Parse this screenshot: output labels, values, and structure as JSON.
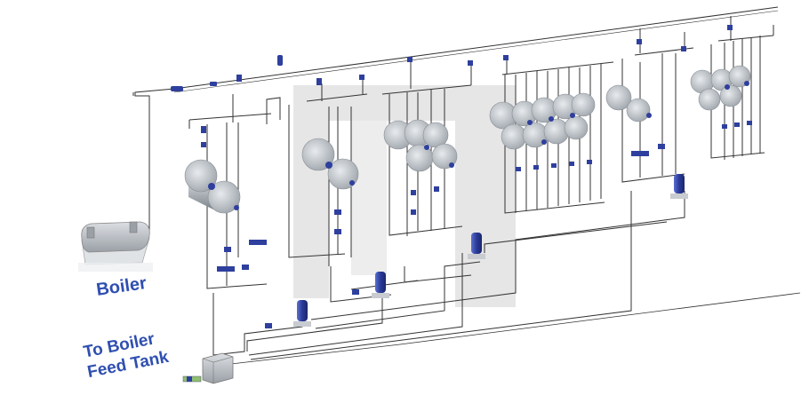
{
  "labels": {
    "boiler": "Boiler",
    "feed_tank_line1": "To Boiler",
    "feed_tank_line2": "Feed Tank"
  },
  "colors": {
    "label": "#2f4fb0",
    "pipe": "#333333",
    "valve": "#2e3f9e",
    "dryer_cylinder": "#b9bec4",
    "watermark": "#e6e6e6"
  },
  "icons": [
    "boiler-icon",
    "dryer-cylinder-icon",
    "steam-trap-icon",
    "separator-tank-icon",
    "feed-tank-icon",
    "valve-icon"
  ]
}
